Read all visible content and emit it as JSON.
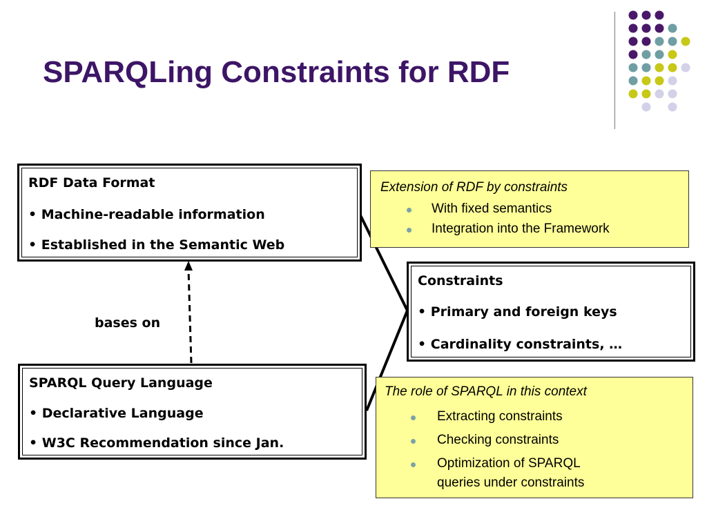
{
  "slide": {
    "title": "SPARQLing Constraints for RDF"
  },
  "decoration": {
    "dot_rows": [
      [
        "purple",
        "purple",
        "purple",
        "",
        ""
      ],
      [
        "purple",
        "purple",
        "purple",
        "teal",
        ""
      ],
      [
        "purple",
        "purple",
        "teal",
        "teal",
        "olive"
      ],
      [
        "purple",
        "teal",
        "teal",
        "olive",
        ""
      ],
      [
        "teal",
        "teal",
        "olive",
        "olive",
        "lavender"
      ],
      [
        "teal",
        "olive",
        "olive",
        "lavender",
        ""
      ],
      [
        "olive",
        "olive",
        "lavender",
        "lavender",
        ""
      ],
      [
        "",
        "lavender",
        "",
        "lavender",
        ""
      ]
    ],
    "colors": {
      "purple": "#4a1868",
      "teal": "#6f9ea3",
      "olive": "#c8c818",
      "lavender": "#d3d1e8"
    }
  },
  "rdf_box": {
    "heading": "RDF Data Format",
    "items": [
      "• Machine-readable information",
      "• Established in the Semantic Web"
    ]
  },
  "sparql_box": {
    "heading": "SPARQL Query Language",
    "items": [
      "• Declarative Language",
      "• W3C Recommendation since Jan."
    ]
  },
  "constraints_box": {
    "heading": "Constraints",
    "items": [
      "• Primary and foreign keys",
      "• Cardinality constraints, …"
    ]
  },
  "extension_box": {
    "heading": "Extension of RDF by constraints",
    "items": [
      "With fixed semantics",
      "Integration into the Framework"
    ]
  },
  "role_box": {
    "heading": "The role of SPARQL in this context",
    "items": [
      "Extracting constraints",
      "Checking constraints",
      "Optimization of SPARQL",
      "queries under constraints"
    ]
  },
  "edge_label": "bases on"
}
